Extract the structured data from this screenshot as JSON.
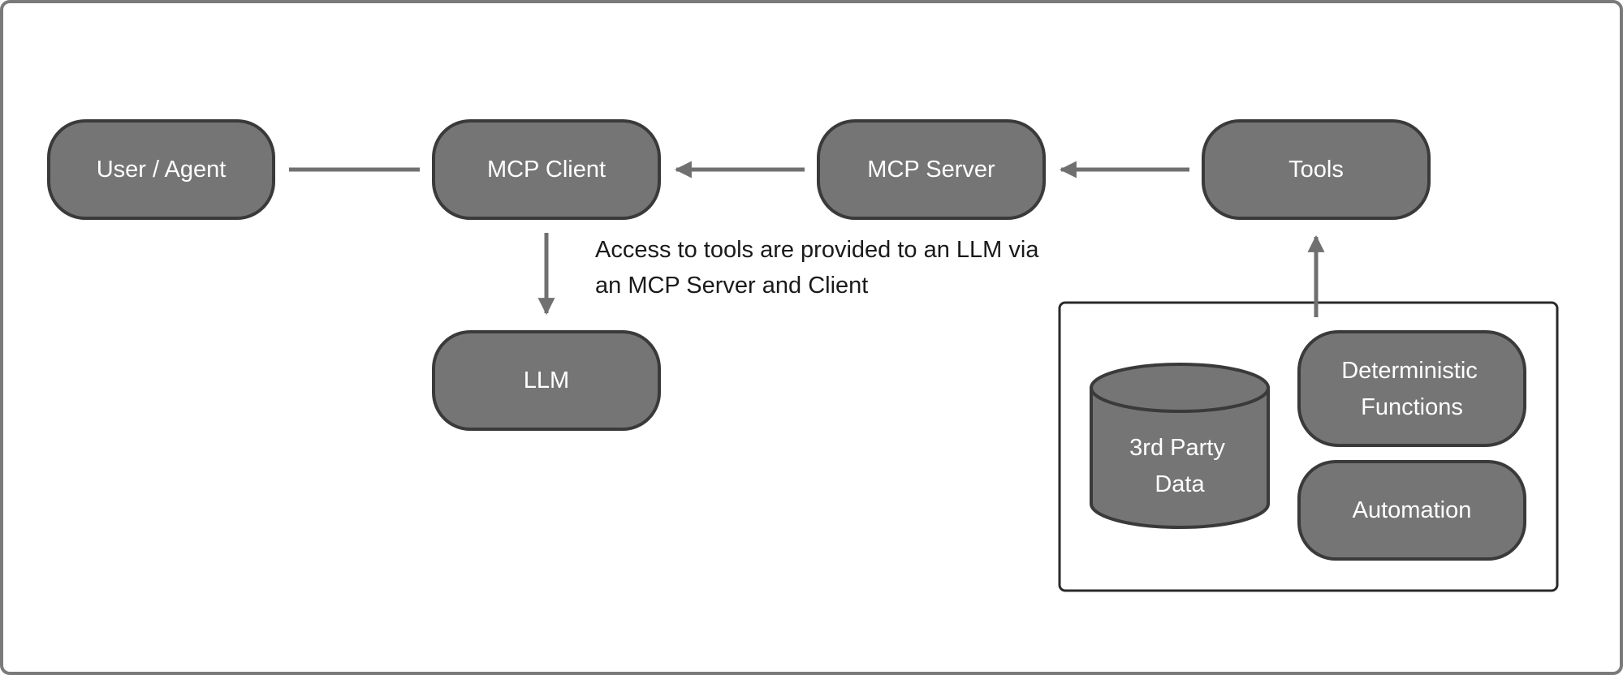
{
  "colors": {
    "node_fill": "#757575",
    "node_stroke": "#3a3a3a",
    "arrow": "#707070",
    "frame": "#7a7a7a",
    "group_frame": "#2a2a2a",
    "label_text": "#ffffff",
    "annotation_text": "#1a1a1a"
  },
  "nodes": {
    "user_agent": "User / Agent",
    "mcp_client": "MCP Client",
    "mcp_server": "MCP Server",
    "tools": "Tools",
    "llm": "LLM",
    "deterministic_functions": [
      "Deterministic",
      "Functions"
    ],
    "third_party_data": [
      "3rd Party",
      "Data"
    ],
    "automation": "Automation"
  },
  "annotation": [
    "Access to tools are provided to an LLM via",
    "an MCP Server and Client"
  ],
  "icons": {
    "arrowhead": "triangle-arrowhead-icon",
    "database": "database-cylinder-icon"
  }
}
